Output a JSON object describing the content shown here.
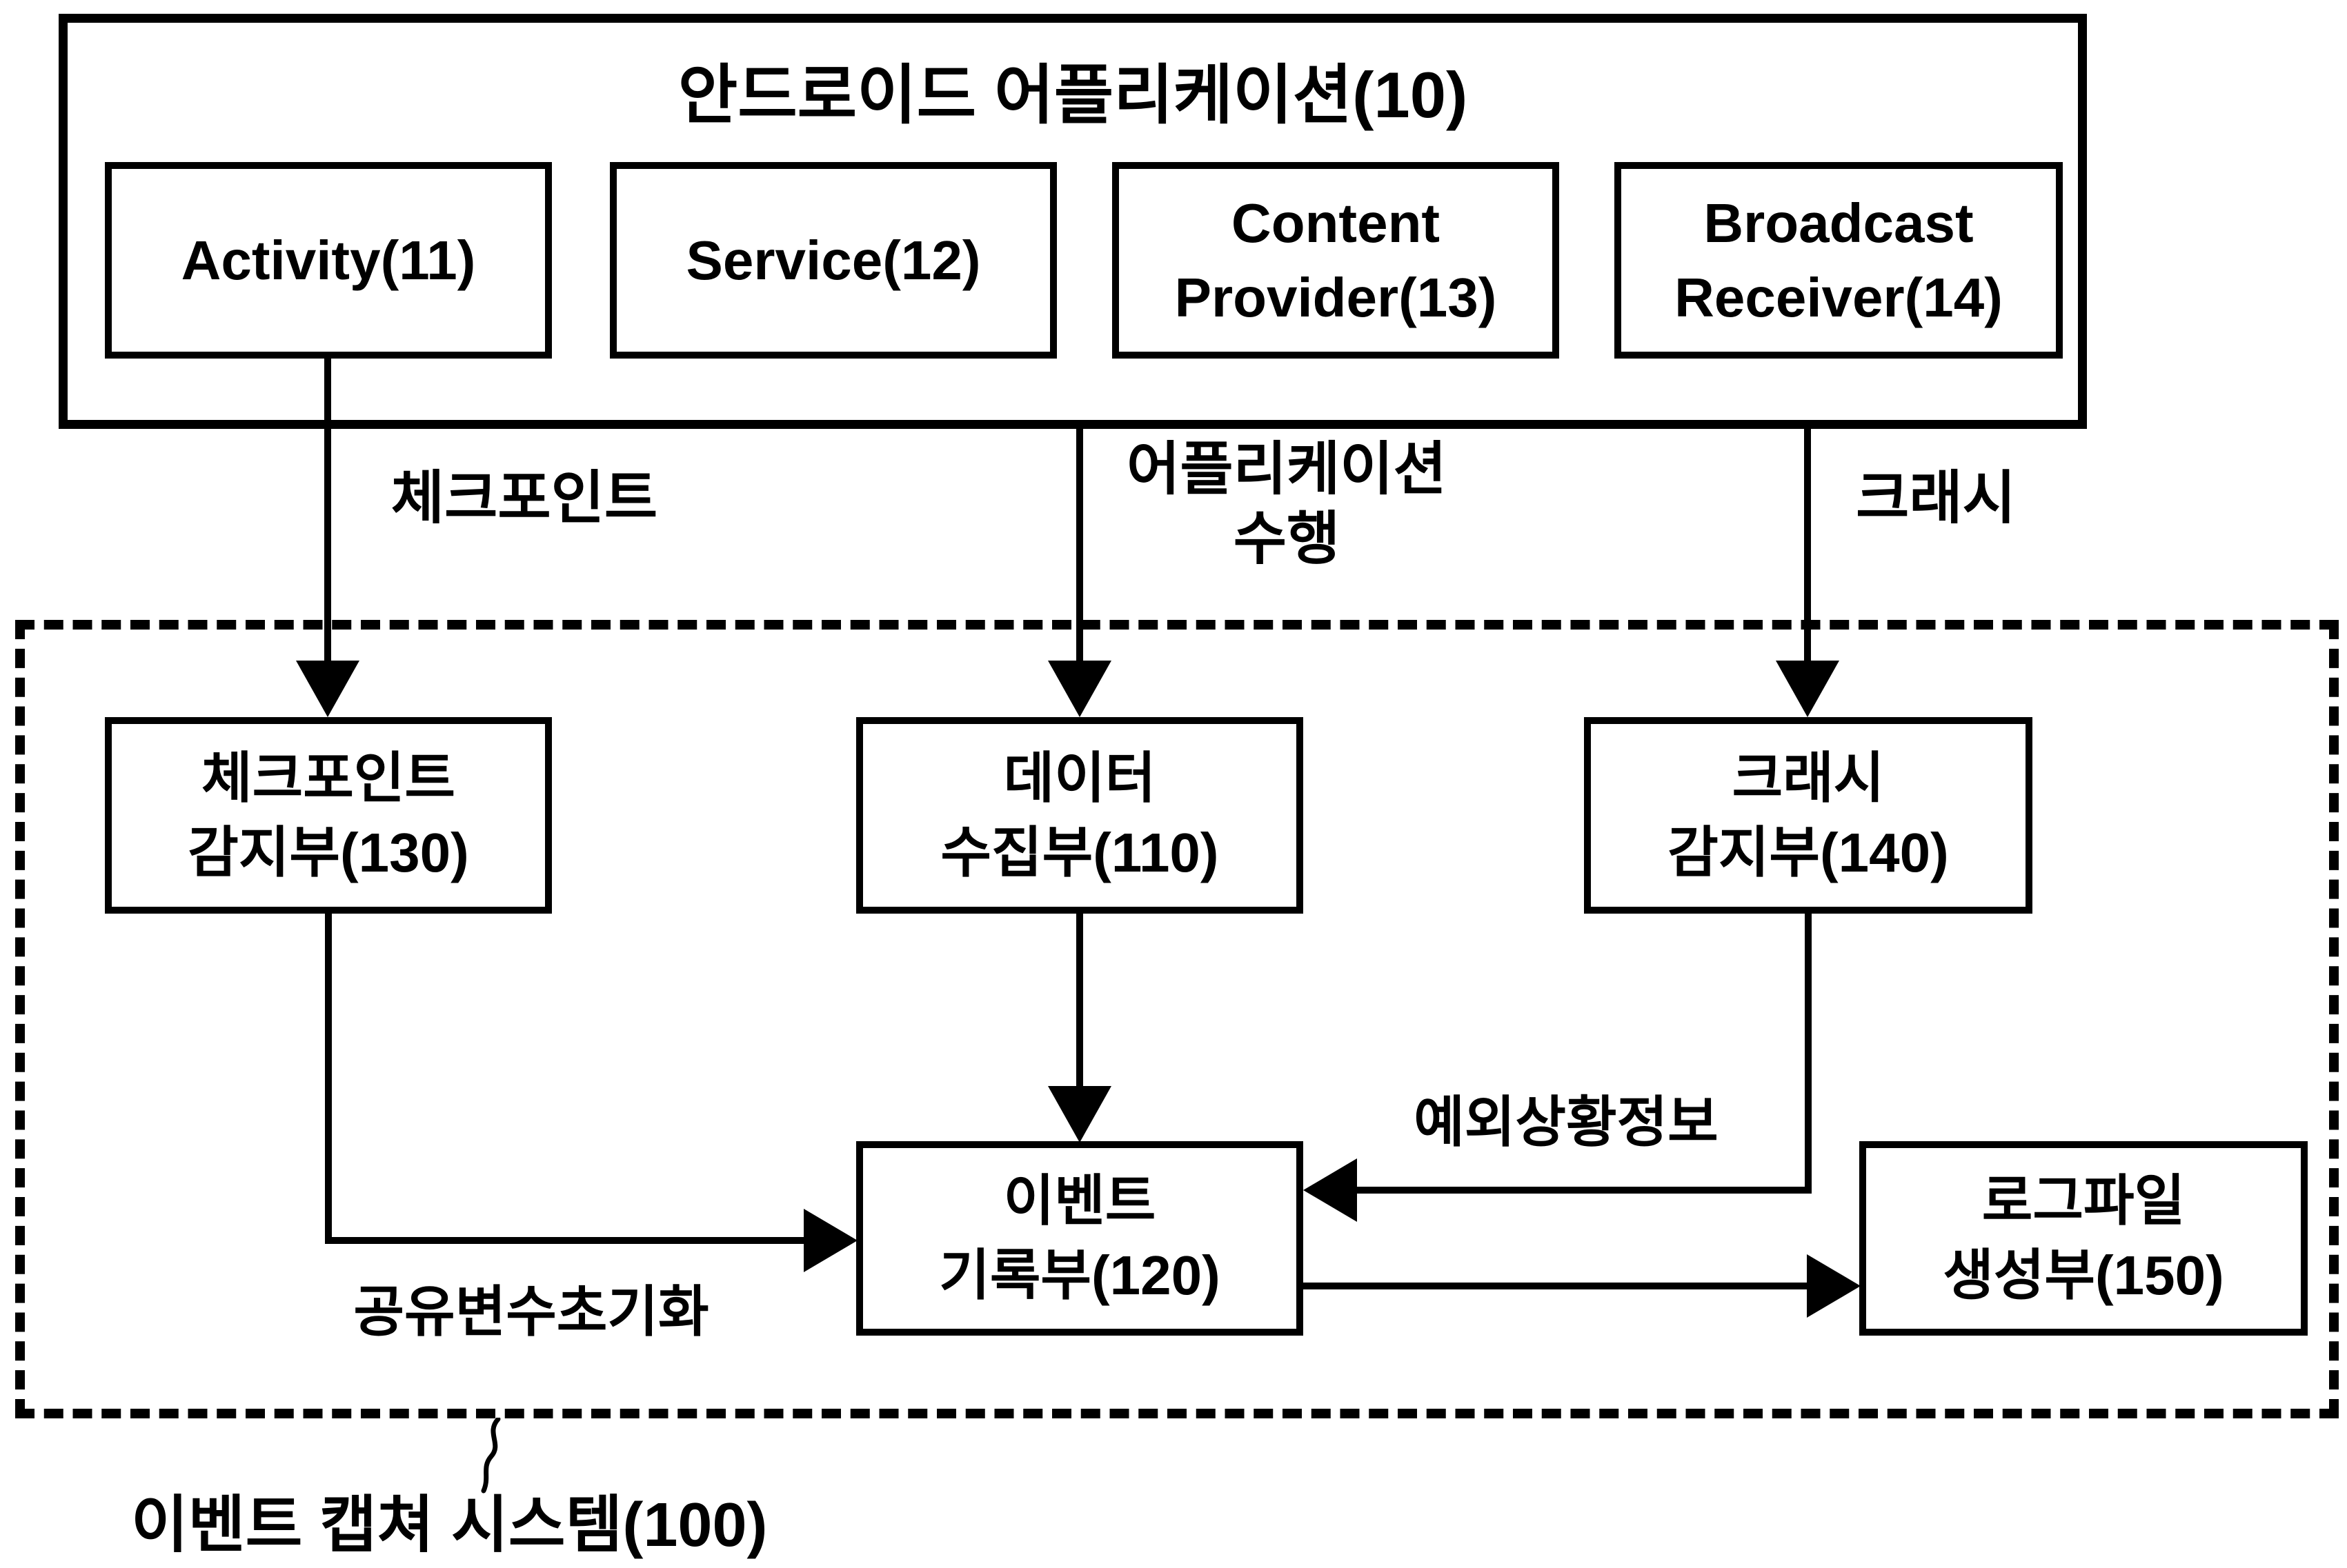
{
  "app_box": {
    "title": "안드로이드 어플리케이션(10)",
    "components": [
      {
        "label": "Activity(11)"
      },
      {
        "label": "Service(12)"
      },
      {
        "label_line1": "Content",
        "label_line2": "Provider(13)"
      },
      {
        "label_line1": "Broadcast",
        "label_line2": "Receiver(14)"
      }
    ]
  },
  "edge_labels": {
    "checkpoint": "체크포인트",
    "app_exec_line1": "어플리케이션",
    "app_exec_line2": "수행",
    "crash": "크래시",
    "exception_info": "예외상황정보",
    "shared_var_init": "공유변수초기화"
  },
  "system_box": {
    "caption": "이벤트 캡쳐 시스템(100)",
    "modules": {
      "checkpoint_detector": {
        "line1": "체크포인트",
        "line2": "감지부(130)"
      },
      "data_collector": {
        "line1": "데이터",
        "line2": "수집부(110)"
      },
      "crash_detector": {
        "line1": "크래시",
        "line2": "감지부(140)"
      },
      "event_recorder": {
        "line1": "이벤트",
        "line2": "기록부(120)"
      },
      "log_file_generator": {
        "line1": "로그파일",
        "line2": "생성부(150)"
      }
    }
  },
  "colors": {
    "line": "#000000",
    "background": "#ffffff"
  }
}
